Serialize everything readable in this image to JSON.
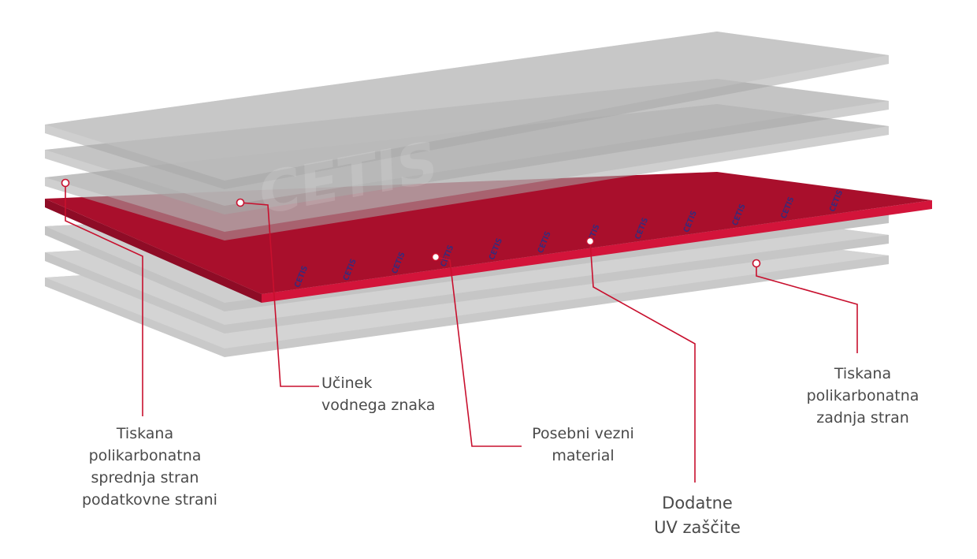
{
  "diagram": {
    "labels": {
      "front": [
        "Tiskana",
        "polikarbonatna",
        "sprednja stran",
        "podatkovne strani"
      ],
      "watermark": [
        "Učinek",
        "vodnega znaka"
      ],
      "bonding": [
        "Posebni vezni",
        "material"
      ],
      "uv": [
        "Dodatne",
        "UV zaščite"
      ],
      "back": [
        "Tiskana",
        "polikarbonatna",
        "zadnja stran"
      ]
    },
    "pattern_text": "CETIS",
    "watermark_text": "CETIS",
    "colors": {
      "accent": "#c8102e",
      "inlay_top": "#a90f2c",
      "inlay_edge": "#d3143a",
      "sheet": "#bdbdbd",
      "pattern": "#3b2a78",
      "text": "#4a4a4a"
    }
  }
}
